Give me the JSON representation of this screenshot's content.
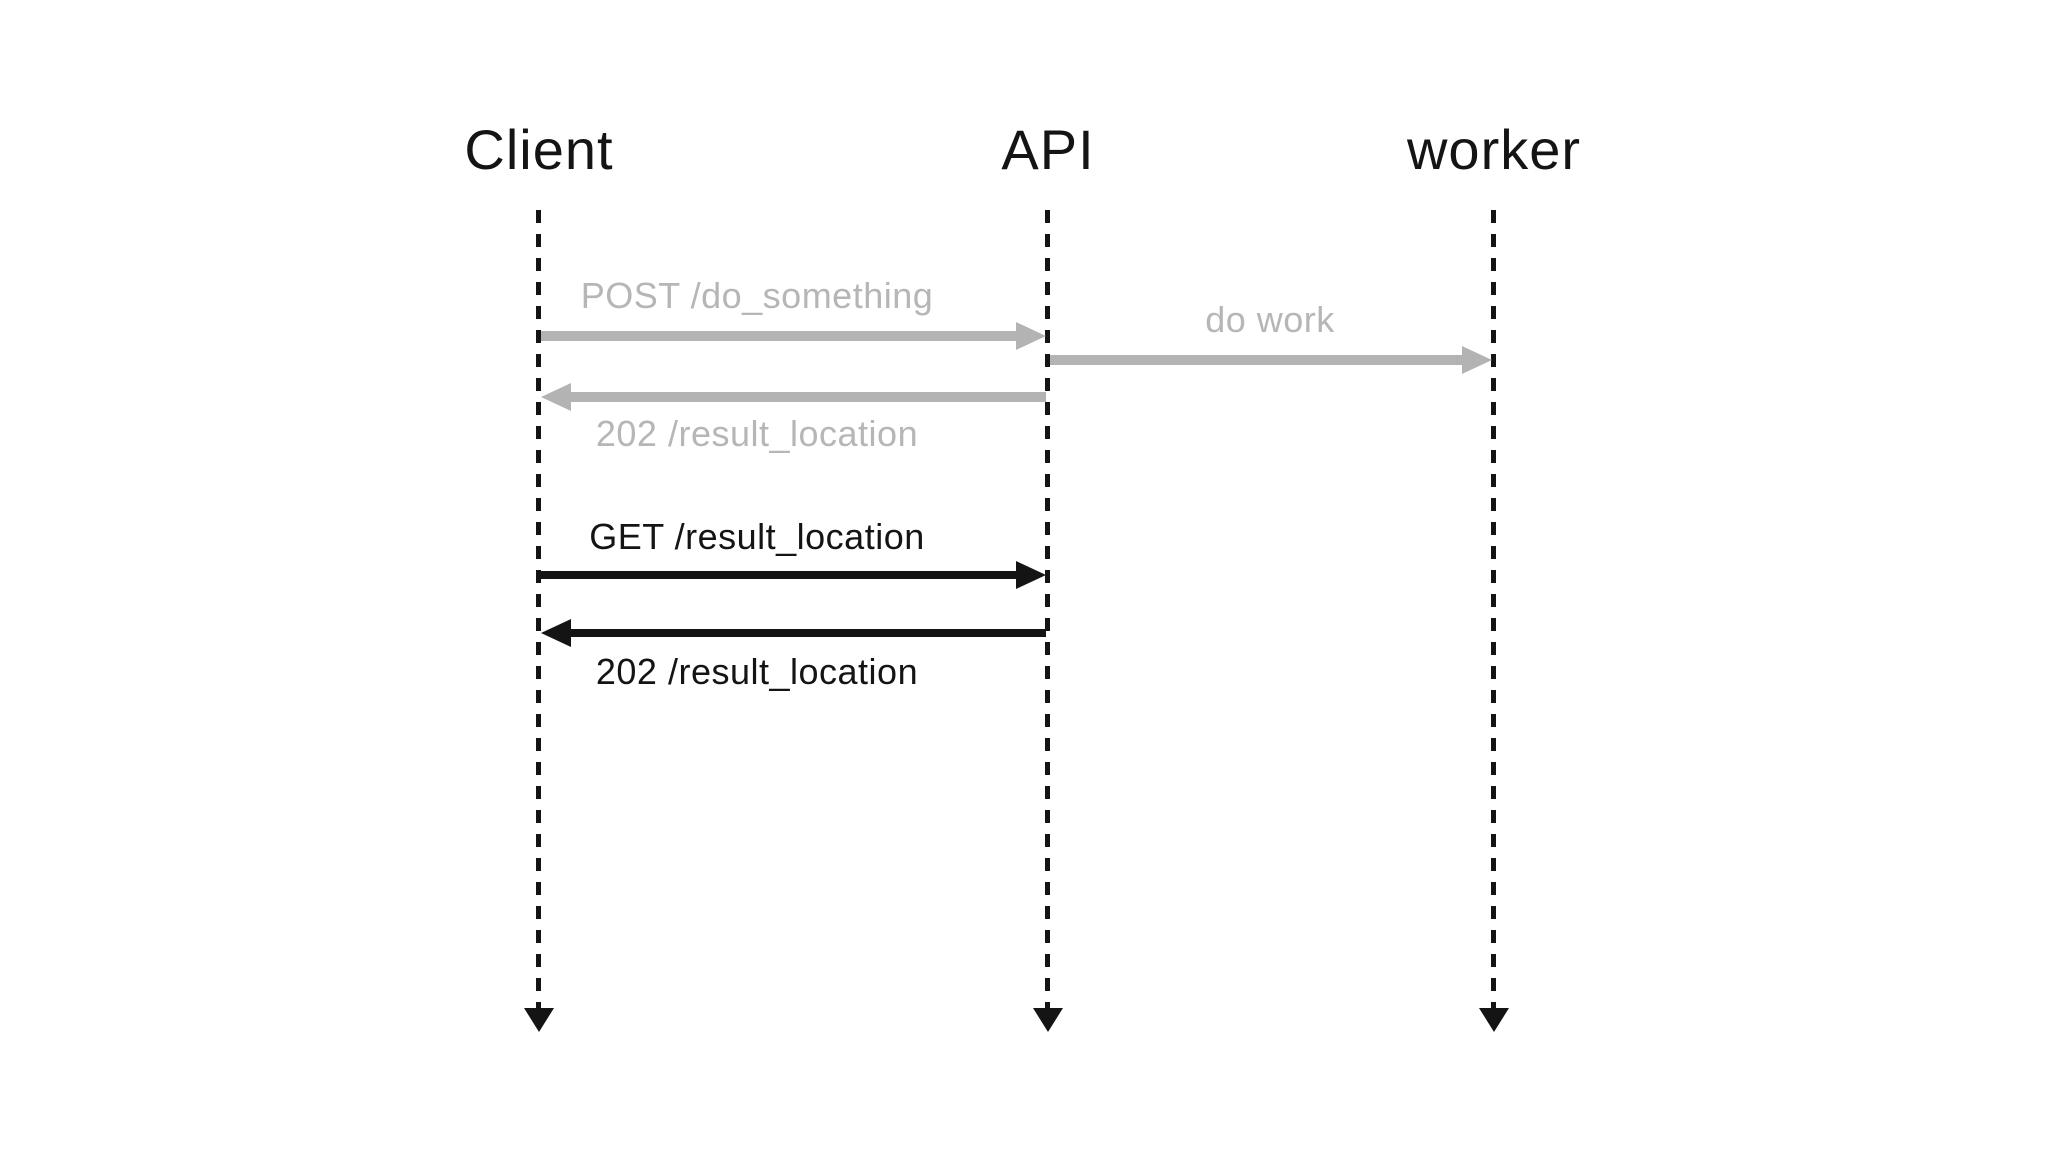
{
  "diagram": {
    "type": "sequence",
    "actors": [
      {
        "name": "Client"
      },
      {
        "name": "API"
      },
      {
        "name": "worker"
      }
    ],
    "messages": [
      {
        "label": "POST /do_something",
        "from": "Client",
        "to": "API",
        "status": "completed",
        "color": "#b3b3b3"
      },
      {
        "label": "do work",
        "from": "API",
        "to": "worker",
        "status": "completed",
        "color": "#b3b3b3"
      },
      {
        "label": "202 /result_location",
        "from": "API",
        "to": "Client",
        "status": "completed",
        "color": "#b3b3b3"
      },
      {
        "label": "GET /result_location",
        "from": "Client",
        "to": "API",
        "status": "current",
        "color": "#141414"
      },
      {
        "label": "202 /result_location",
        "from": "API",
        "to": "Client",
        "status": "current",
        "color": "#141414"
      }
    ],
    "colors": {
      "active": "#141414",
      "past": "#b3b3b3",
      "past_text": "#b6b6b6",
      "background": "#ffffff"
    }
  }
}
